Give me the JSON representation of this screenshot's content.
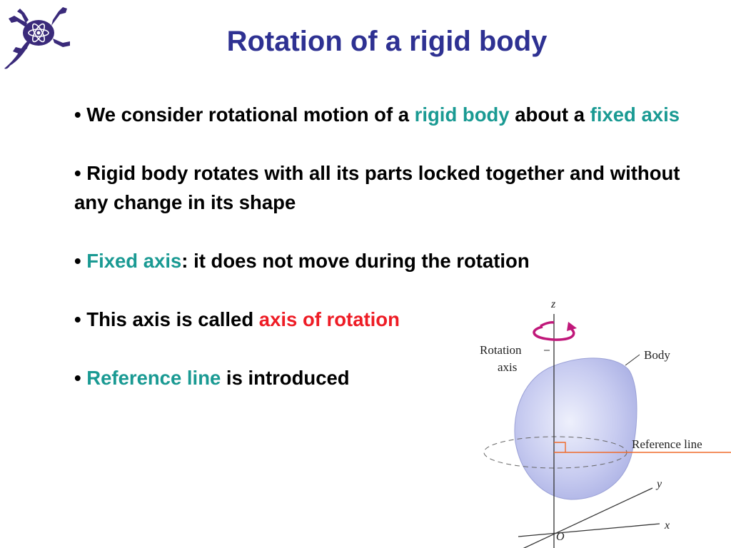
{
  "title": "Rotation of a rigid body",
  "bullets": [
    {
      "marker": "•",
      "parts": [
        {
          "text": " We consider rotational motion of a ",
          "style": "normal"
        },
        {
          "text": "rigid body",
          "style": "teal"
        },
        {
          "text": " about a ",
          "style": "normal"
        },
        {
          "text": "fixed axis",
          "style": "teal"
        }
      ]
    },
    {
      "marker": "•",
      "parts": [
        {
          "text": " Rigid body rotates with all its parts locked together and without any change in its shape",
          "style": "normal"
        }
      ]
    },
    {
      "marker": "•",
      "parts": [
        {
          "text": " ",
          "style": "normal"
        },
        {
          "text": "Fixed axis",
          "style": "teal"
        },
        {
          "text": ": it does not move during the rotation",
          "style": "normal"
        }
      ]
    },
    {
      "marker": "•",
      "parts": [
        {
          "text": " This axis is called ",
          "style": "normal"
        },
        {
          "text": "axis of rotation",
          "style": "red"
        }
      ]
    },
    {
      "marker": "•",
      "parts": [
        {
          "text": " ",
          "style": "normal"
        },
        {
          "text": "Reference line",
          "style": "teal"
        },
        {
          "text": " is introduced",
          "style": "normal"
        }
      ]
    }
  ],
  "figure": {
    "z_label": "z",
    "rotation_axis_line1": "Rotation",
    "rotation_axis_line2": "axis",
    "body_label": "Body",
    "reference_line_label": "Reference line",
    "y_label": "y",
    "x_label": "x",
    "origin_label": "O"
  },
  "colors": {
    "title": "#2e3192",
    "teal": "#1a9a93",
    "red": "#ee1c25",
    "rotation_arrow": "#c0187a",
    "reference_line": "#f06a2a",
    "body_fill": "#c7cbf0"
  }
}
